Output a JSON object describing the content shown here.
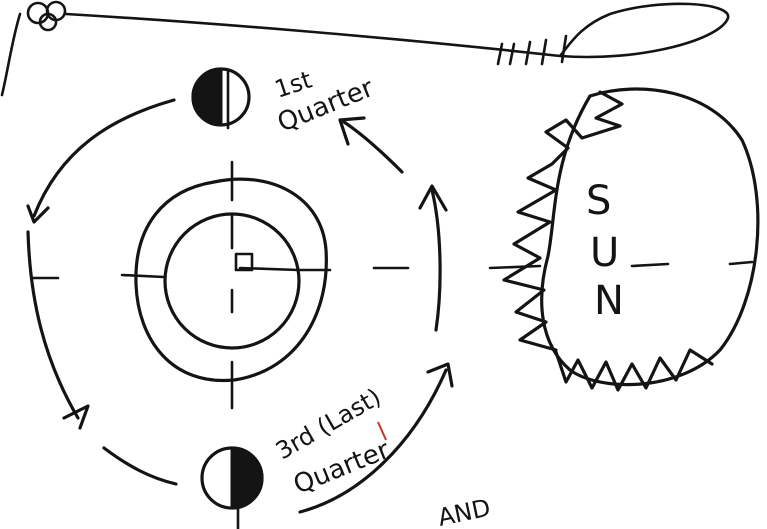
{
  "labels": {
    "first_quarter_line1": "1st",
    "first_quarter_line2": "Quarter",
    "third_quarter_line1": "3rd (Last)",
    "third_quarter_line2": "Quarter",
    "sun_letters": [
      "S",
      "U",
      "N"
    ],
    "partial_bottom": "AND"
  },
  "colors": {
    "ink": "#141414",
    "paper": "#ffffff",
    "pen_red": "#c0392b"
  }
}
